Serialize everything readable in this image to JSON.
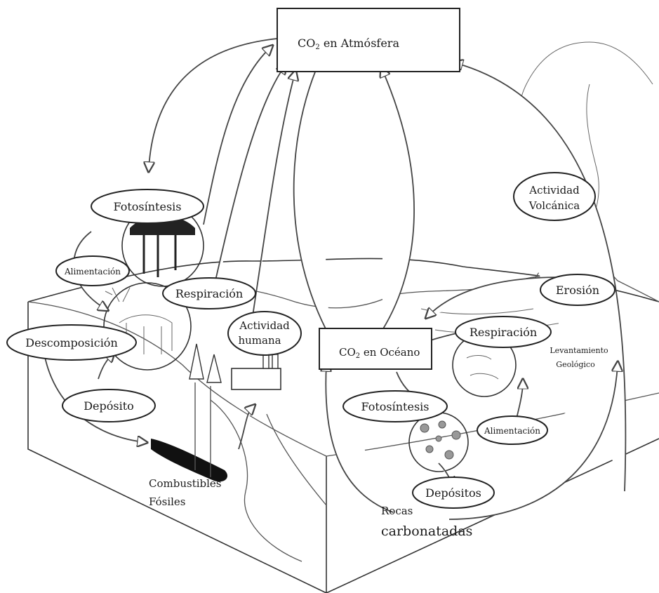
{
  "atmosphere": {
    "prefix": "CO",
    "sub": "2",
    "suffix": " en Atmósfera"
  },
  "ocean": {
    "prefix": "CO",
    "sub": "2",
    "suffix": " en Océano"
  },
  "labels": {
    "fotosintesis_land": "Fotosíntesis",
    "alimentacion_land": "Alimentación",
    "respiracion_land": "Respiración",
    "actividad_humana_1": "Actividad",
    "actividad_humana_2": "humana",
    "descomposicion": "Descomposición",
    "deposito": "Depósito",
    "combustibles_1": "Combustibles",
    "combustibles_2": "Fósiles",
    "actividad_volcanica_1": "Actividad",
    "actividad_volcanica_2": "Volcánica",
    "erosion": "Erosión",
    "respiracion_ocean": "Respiración",
    "levantamiento_1": "Levantamiento",
    "levantamiento_2": "Geológico",
    "fotosintesis_ocean": "Fotosíntesis",
    "alimentacion_ocean": "Alimentación",
    "depositos": "Depósitos",
    "rocas_1": "Rocas",
    "rocas_2": "carbonatadas"
  }
}
